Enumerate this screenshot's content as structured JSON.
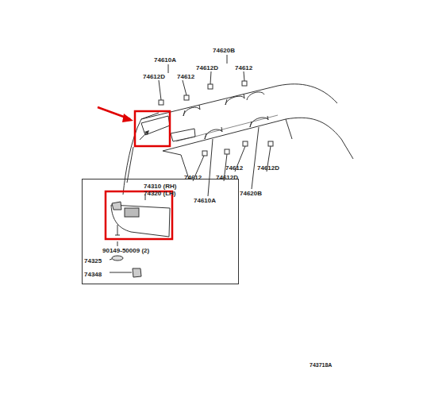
{
  "diagram": {
    "nodes": [
      {
        "text": [
          "74310 (RH)",
          "74320 (LH)",
          "90149-50009 (2)",
          "74325",
          "74348"
        ]
      }
    ],
    "labels": [
      "74610A",
      "74612D",
      "74612",
      "74620B",
      "74612D",
      "74612",
      "74612",
      "74612D",
      "74612",
      "74612D",
      "74620B",
      "74610A",
      "743718A"
    ]
  }
}
